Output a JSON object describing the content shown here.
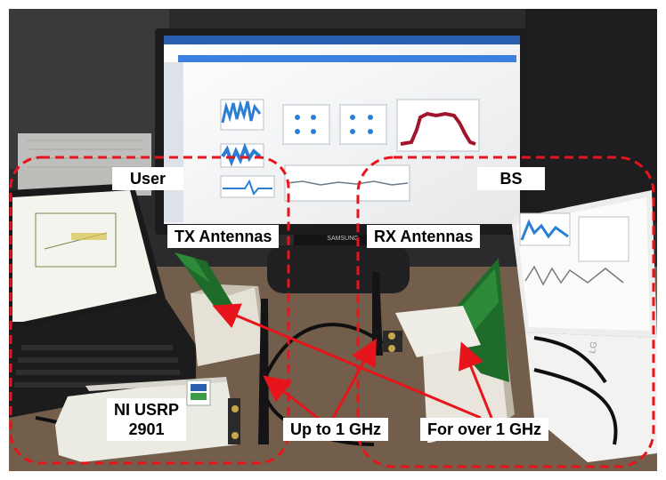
{
  "labels": {
    "user": "User",
    "bs": "BS",
    "tx_antennas": "TX Antennas",
    "rx_antennas": "RX Antennas",
    "device_line1": "NI USRP",
    "device_line2": "2901",
    "up_to": "Up to 1 GHz",
    "over": "For over 1 GHz"
  },
  "monitor": {
    "brand": "SAMSUNG"
  },
  "colors": {
    "annotation": "#e8141b",
    "pcb_green": "#1f6b2a",
    "monitor_frame": "#1c1c1e",
    "screen_bg": "#f3f4f6",
    "plot_blue": "#2a7fd4",
    "spectrum_red": "#a0142c",
    "wall": "#2b2b2d",
    "desk": "#6a5746"
  },
  "icons": {
    "annotation_arrow": "arrow-icon"
  }
}
